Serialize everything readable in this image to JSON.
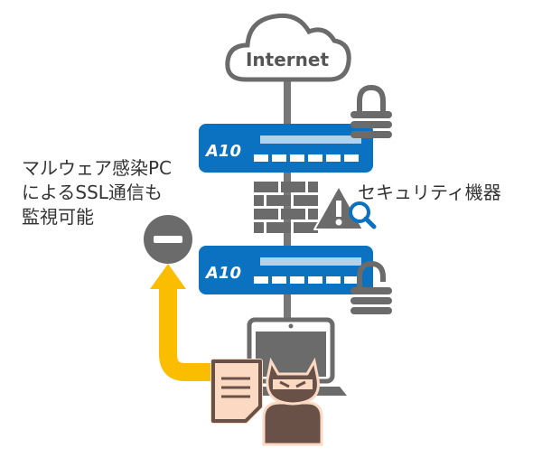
{
  "cloud": {
    "label": "Internet"
  },
  "devices": [
    {
      "brand": "A10"
    },
    {
      "brand": "A10"
    }
  ],
  "security_label": "セキュリティ機器",
  "description": {
    "lines": [
      "マルウェア感染PC",
      "によるSSL通信も",
      "監視可能"
    ]
  },
  "colors": {
    "device_blue": "#0a72c0",
    "icon_gray": "#6b6b6b",
    "arrow_yellow": "#fbbd00",
    "hacker_brown": "#6a5148",
    "hacker_skin": "#fcd9c3"
  }
}
